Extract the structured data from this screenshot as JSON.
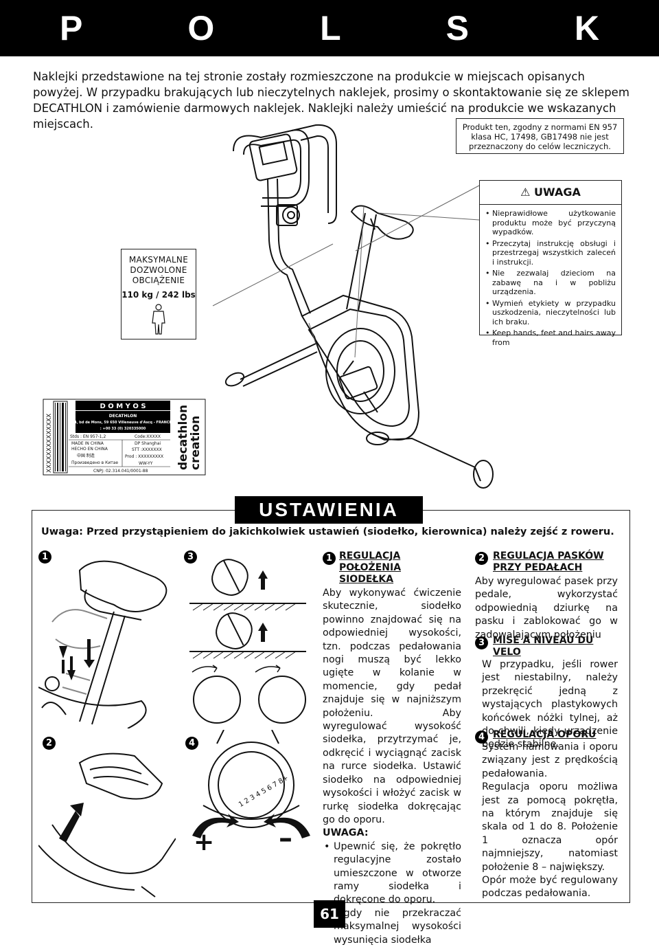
{
  "header": {
    "title": "P O L S K I"
  },
  "intro": "Naklejki przedstawione na tej stronie zostały rozmieszczone na produkcie w miejscach opisanych powyżej. W przypadku brakujących lub nieczytelnych naklejek, prosimy o skontaktowanie się ze sklepem DECATHLON i zamówienie darmowych naklejek. Naklejki należy umieścić na produkcie we wskazanych miejscach.",
  "conformity": {
    "line1": "Produkt ten, zgodny z normami EN 957",
    "line2": "klasa HC, 17498, GB17498 nie jest",
    "line3": "przeznaczony do celów leczniczych."
  },
  "max_load": {
    "line1": "MAKSYMALNE",
    "line2": "DOZWOLONE",
    "line3": "OBCIĄŻENIE",
    "value": "110 kg / 242 lbs"
  },
  "warning": {
    "title": "UWAGA",
    "items": [
      "Nieprawidłowe użytkowanie produktu może być przyczyną wypadków.",
      "Przeczytaj instrukcję obsługi i przestrzegaj wszystkich zaleceń i instrukcji.",
      "Nie zezwalaj dzieciom na zabawę na i w pobliżu urządzenia.",
      "Wymień etykiety w przypadku uszkodzenia, nieczytelności lub ich braku.",
      "Keep hands, feet and hairs away from"
    ]
  },
  "product_label": {
    "serial": "XXXXXXXXXXXXXX",
    "brand": "D O M Y O S",
    "company": "DECATHLON",
    "address1": "4, bd de Mons, 59 650 Villeneuve d'Ascq - FRANCE",
    "address2": ": +00 33 (0) 320335000",
    "std": "Stds : EN 957-1,2",
    "code": "Code:XXXXX",
    "made1": "MADE IN   CHINA",
    "made2": "HECHO EN   CHINA",
    "made3": "中国 制造",
    "made4": "Произведено в Китае",
    "dp1": "DP Shanghai",
    "dp2": "STT :XXXXXXX",
    "prod": "Prod : XXXXXXXXX",
    "ww": "WW-YY",
    "cnpj": "CNPJ: 02.314.041/0001-88",
    "side1": "decathlon",
    "side2": "creation"
  },
  "settings": {
    "title": "USTAWIENIA",
    "note": "Uwaga: Przed przystąpieniem do jakichkolwiek ustawień (siodełko, kierownica) należy zejść z roweru.",
    "figure_numbers": [
      "1",
      "3",
      "2",
      "4"
    ],
    "plus": "+",
    "minus": "–",
    "s1": {
      "num": "1",
      "title1": "REGULACJA POŁOŻENIA",
      "title2": "SIODEŁKA",
      "body": "Aby wykonywać ćwiczenie skutecznie, siodełko powinno znajdować się na odpowiedniej wysokości, tzn. podczas pedałowania nogi muszą być lekko ugięte w kolanie w momencie, gdy pedał znajduje się w najniższym położeniu. Aby wyregulować wysokość siodełka, przytrzymać je, odkręcić i wyciągnąć zacisk na rurce siodełka. Ustawić siodełko na odpowiedniej wysokości i włożyć zacisk w rurkę siodełka dokręcając go do oporu.",
      "caution": "UWAGA:",
      "bullets": [
        "Upewnić się, że pokrętło regulacyjne zostało umieszczone w otworze ramy siodełka i dokręcone do oporu.",
        "Nigdy nie przekraczać maksymalnej wysokości wysunięcia siodełka"
      ]
    },
    "s2": {
      "num": "2",
      "title1": "REGULACJA PASKÓW",
      "title2": "PRZY PEDAŁACH",
      "body": "Aby wyregulować pasek przy pedale, wykorzystać odpowiednią dziurkę na pasku i zablokować go w zadowalającym położeniu"
    },
    "s3": {
      "num": "3",
      "title": "MISE A NIVEAU DU VELO",
      "body": "W przypadku, jeśli rower jest niestabilny, należy przekręcić jedną z wystających plastykowych końcówek nóżki tylnej, aż do chwili, kiedy urządzenie będzie stabilne."
    },
    "s4": {
      "num": "4",
      "title": "REGULACJA OPORU",
      "body1": "System hamowania i oporu związany jest z prędkością pedałowania.",
      "body2": "Regulacja oporu możliwa jest za pomocą pokrętła, na którym znajduje się skala od 1 do 8. Położenie 1 oznacza opór najmniejszy, natomiast położenie 8 – największy.",
      "body3": "Opór może być regulowany podczas pedałowania."
    }
  },
  "dial_text": "1 2 3 4 5 6 7 8+",
  "page_number": "61"
}
